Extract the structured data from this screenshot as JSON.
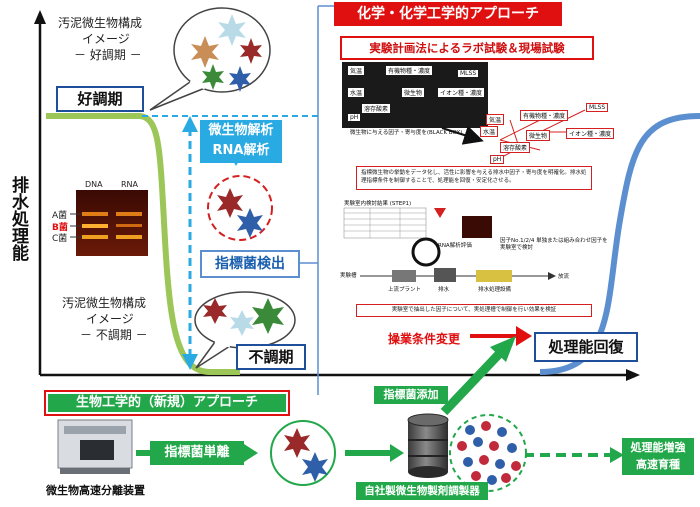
{
  "axis": {
    "y_label": "排水処理能"
  },
  "good_period": {
    "caption_l1": "汚泥微生物構成",
    "caption_l2": "イメージ",
    "caption_l3": "－ 好調期 －",
    "box": "好調期"
  },
  "bad_period": {
    "caption_l1": "汚泥微生物構成",
    "caption_l2": "イメージ",
    "caption_l3": "－ 不調期 －",
    "box": "不調期"
  },
  "gel": {
    "col1": "DNA",
    "col2": "RNA",
    "band_a": "A菌",
    "band_b": "B菌",
    "band_c": "C菌"
  },
  "analysis": {
    "line1": "微生物解析",
    "line2": "RNA解析",
    "detect": "指標菌検出"
  },
  "chem_approach": {
    "title": "化学・化学工学的アプローチ",
    "subtitle": "実験計画法によるラボ試験＆現場試験"
  },
  "doc": {
    "box_a": "気温",
    "box_b": "有機物種・濃度",
    "box_c": "MLSS",
    "box_d": "水温",
    "box_e": "微生物",
    "box_f": "イオン種・濃度",
    "box_g": "溶存酸素",
    "box_h": "pH",
    "caption1": "微生物に与える因子・寄与度を(BLACK BOX)",
    "note": "指標微生物の挙動をデータ化し、活性に影響を与える排水中因子・寄与度を明確化。排水処理指標条件を制御することで、処理能を回復・安定化させる。",
    "table_title": "実験室内検討結果 (STEP1)",
    "rna_caption": "RNA解析評価",
    "right_caption": "因子No.1/2/4 単独または組み合わせ因子を実験室で検討",
    "plant1": "実験槽",
    "plant2": "上流プラント",
    "plant3": "排水",
    "plant4": "排水処理設備",
    "plant5": "放流",
    "bottom": "実験室で抽出した因子について、実処理槽で制御を行い効果を検証"
  },
  "recovery": {
    "ops_change": "操業条件変更",
    "box": "処理能回復"
  },
  "bio_approach": {
    "title": "生物工学的（新規）アプローチ"
  },
  "bottom_row": {
    "device": "微生物高速分離装置",
    "isolate": "指標菌単離",
    "add": "指標菌添加",
    "reactor": "自社製微生物製剤調製器",
    "enhance_l1": "処理能増強",
    "enhance_l2": "高速育種"
  },
  "colors": {
    "green_curve": "#9cc657",
    "blue_curve": "#5b8fd0",
    "accent_green": "#22a84a",
    "accent_red": "#e01010",
    "accent_blue": "#2aaae2"
  }
}
